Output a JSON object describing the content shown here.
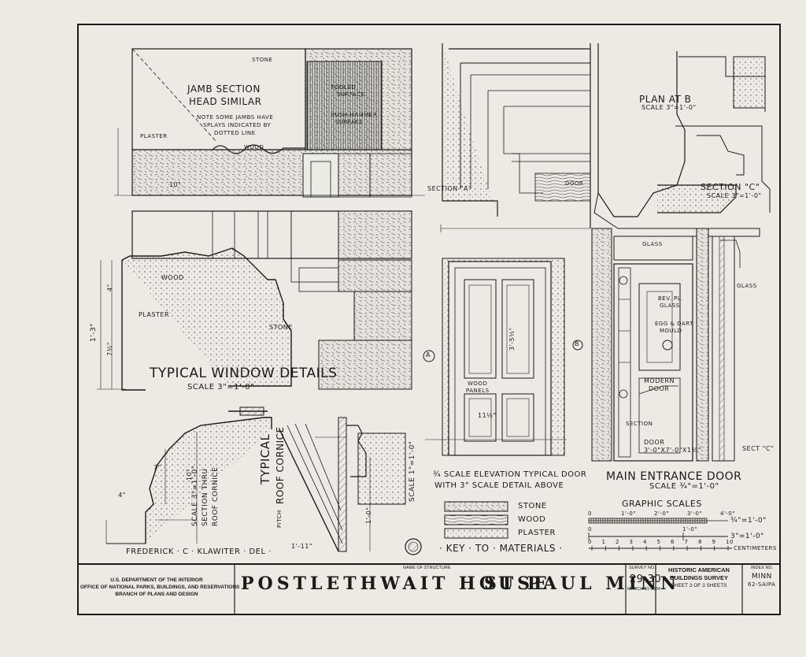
{
  "drawing": {
    "window": {
      "jamb_title": "JAMB SECTION",
      "jamb_sub": "HEAD SIMILAR",
      "note_1": "NOTE SOME JAMBS HAVE",
      "note_2": "SPLAYS INDICATED BY",
      "note_3": "DOTTED LINE",
      "stone_top": "STONE",
      "tooled_1": "TOOLED",
      "tooled_2": "SURFACE",
      "bush_1": "BUSH-HAMMER",
      "bush_2": "SURFACE",
      "plaster_top": "PLASTER",
      "wood_top": "WOOD",
      "dim_10": "10\"",
      "wood_mid": "WOOD",
      "plaster_mid": "PLASTER",
      "stone_mid": "STONE",
      "dim_1_3": "1'-3\"",
      "dim_4": "4\"",
      "dim_7": "7½\"",
      "title": "TYPICAL WINDOW DETAILS",
      "scale": "SCALE 3\"=1'-0\""
    },
    "cornice": {
      "section_1": "SECTION THRU",
      "section_2": "ROOF CORNICE",
      "section_scale": "SCALE 3\"=1'-0\"",
      "typical_1": "TYPICAL",
      "typical_2": "ROOF CORNICE",
      "pitch": "PITCH",
      "dim_10": "10\"",
      "dim_4": "4\"",
      "dim_7": "7\"",
      "dim_1_11": "1'-11\"",
      "dim_1_0": "1'-0\"",
      "scale_right": "SCALE 1\"=1'-0\"",
      "delineator": "FREDERICK · C · KLAWITER · DEL ·"
    },
    "door": {
      "section_a": "SECTION \"A\"",
      "door_label": "DOOR",
      "panels_1": "WOOD",
      "panels_2": "PANELS",
      "marker_a": "A",
      "dim_11": "11½\"",
      "dim_3": "3'-5½\"",
      "caption_1": "¾ SCALE ELEVATION TYPICAL DOOR",
      "caption_2": "WITH 3\" SCALE DETAIL ABOVE"
    },
    "entrance": {
      "plan_at_b": "PLAN AT B",
      "plan_scale": "SCALE 3\"=1'-0\"",
      "section_c": "SECTION \"C\"",
      "section_c_scale": "SCALE 3\"=1'-0\"",
      "glass_1": "GLASS",
      "glass_2": "GLASS",
      "bev_pl_1": "BEV. PL.",
      "bev_pl_2": "GLASS",
      "egg_1": "EGG & DART",
      "egg_2": "MOULD",
      "modern_1": "MODERN",
      "modern_2": "DOOR",
      "section_lbl": "SECTION",
      "door_size_1": "DOOR",
      "door_size_2": "3'-0\"X7'-0\"X1¾\"",
      "sect_c": "SECT \"C\"",
      "marker_b": "B",
      "title": "MAIN ENTRANCE DOOR",
      "scale": "SCALE ¾\"=1'-0\""
    },
    "key": {
      "stone": "STONE",
      "wood": "WOOD",
      "plaster": "PLASTER",
      "title": "· KEY · TO · MATERIALS ·"
    },
    "graphic_scales": {
      "title": "GRAPHIC SCALES",
      "row1_ticks": [
        "0",
        "1'-0\"",
        "2'-0\"",
        "3'-0\"",
        "4'-0\""
      ],
      "row1_label": "¾\"=1'-0\"",
      "row2_ticks": [
        "0",
        "1'-0\""
      ],
      "row2_label": "3\"=1'-0\"",
      "row3_ticks": [
        "0",
        "1",
        "2",
        "3",
        "4",
        "5",
        "6",
        "7",
        "8",
        "9",
        "10"
      ],
      "row3_label": "CENTIMETERS"
    }
  },
  "title_block": {
    "agency_1": "U.S. DEPARTMENT OF THE INTERIOR",
    "agency_2": "OFFICE OF NATIONAL PARKS, BUILDINGS, AND RESERVATIONS",
    "agency_3": "BRANCH OF PLANS AND DESIGN",
    "name_label": "NAME OF STRUCTURE",
    "structure_name": "POSTLETHWAIT HOUSE",
    "location": "ST PAUL MINN",
    "survey_label": "SURVEY NO.",
    "survey_no": "29-30",
    "survey_date": "MARCH 31-1934",
    "habs_1": "HISTORIC AMERICAN",
    "habs_2": "BUILDINGS SURVEY",
    "sheet": "SHEET 3 OF 3 SHEETS",
    "index_label": "INDEX NO.",
    "index_1": "MINN",
    "index_2": "62-SAIPA"
  },
  "colors": {
    "paper": "#eceae3",
    "ink": "#1b1b1b"
  }
}
